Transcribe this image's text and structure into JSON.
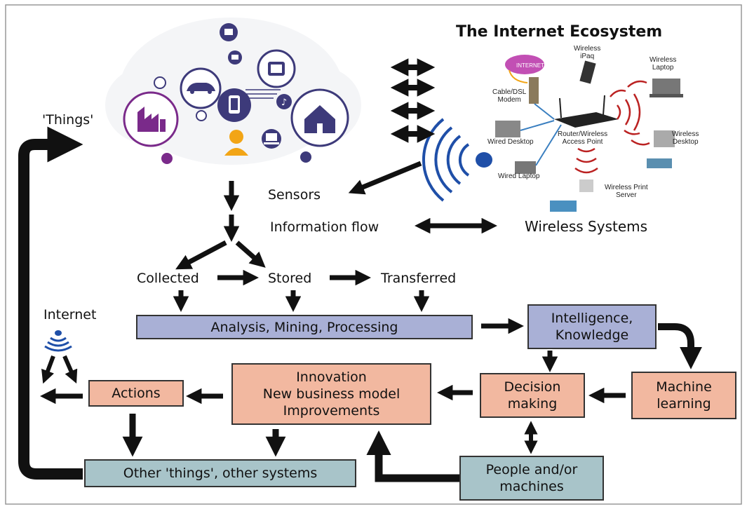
{
  "title": "The Internet Ecosystem",
  "labels": {
    "things": "'Things'",
    "sensors": "Sensors",
    "information_flow": "Information flow",
    "wireless_systems": "Wireless Systems",
    "collected": "Collected",
    "stored": "Stored",
    "transferred": "Transferred",
    "internet": "Internet"
  },
  "boxes": {
    "analysis": "Analysis, Mining, Processing",
    "intelligence": [
      "Intelligence,",
      "Knowledge"
    ],
    "innovation": [
      "Innovation",
      "New business model",
      "Improvements"
    ],
    "decision": [
      "Decision",
      "making"
    ],
    "machine_learning": [
      "Machine",
      "learning"
    ],
    "actions": "Actions",
    "other_things": "Other 'things', other systems",
    "people": [
      "People and/or",
      "machines"
    ]
  },
  "network": {
    "internet_cloud": "INTERNET",
    "wireless_ipaq": [
      "Wireless",
      "iPaq"
    ],
    "wireless_laptop": [
      "Wireless",
      "Laptop"
    ],
    "cable_modem": [
      "Cable/DSL",
      "Modem"
    ],
    "router": [
      "Router/Wireless",
      "Access Point"
    ],
    "wired_desktop": "Wired Desktop",
    "wireless_desktop": [
      "Wireless",
      "Desktop"
    ],
    "wired_laptop": "Wired Laptop",
    "print_server": [
      "Wireless Print",
      "Server"
    ]
  },
  "icons": [
    "video-icon",
    "chat-icon",
    "smartwatch-icon",
    "car-icon",
    "smartphone-icon",
    "music-icon",
    "factory-icon",
    "smart-home-icon",
    "person-icon",
    "laptop-icon",
    "location-icon",
    "game-controller-icon",
    "wifi-signal-icon"
  ],
  "colors": {
    "analysis_box": "#a9b0d6",
    "decision_boxes": "#f2b8a0",
    "system_boxes": "#a8c4c9",
    "arrows": "#111111",
    "wireless_signal": "#1f4fa8"
  }
}
